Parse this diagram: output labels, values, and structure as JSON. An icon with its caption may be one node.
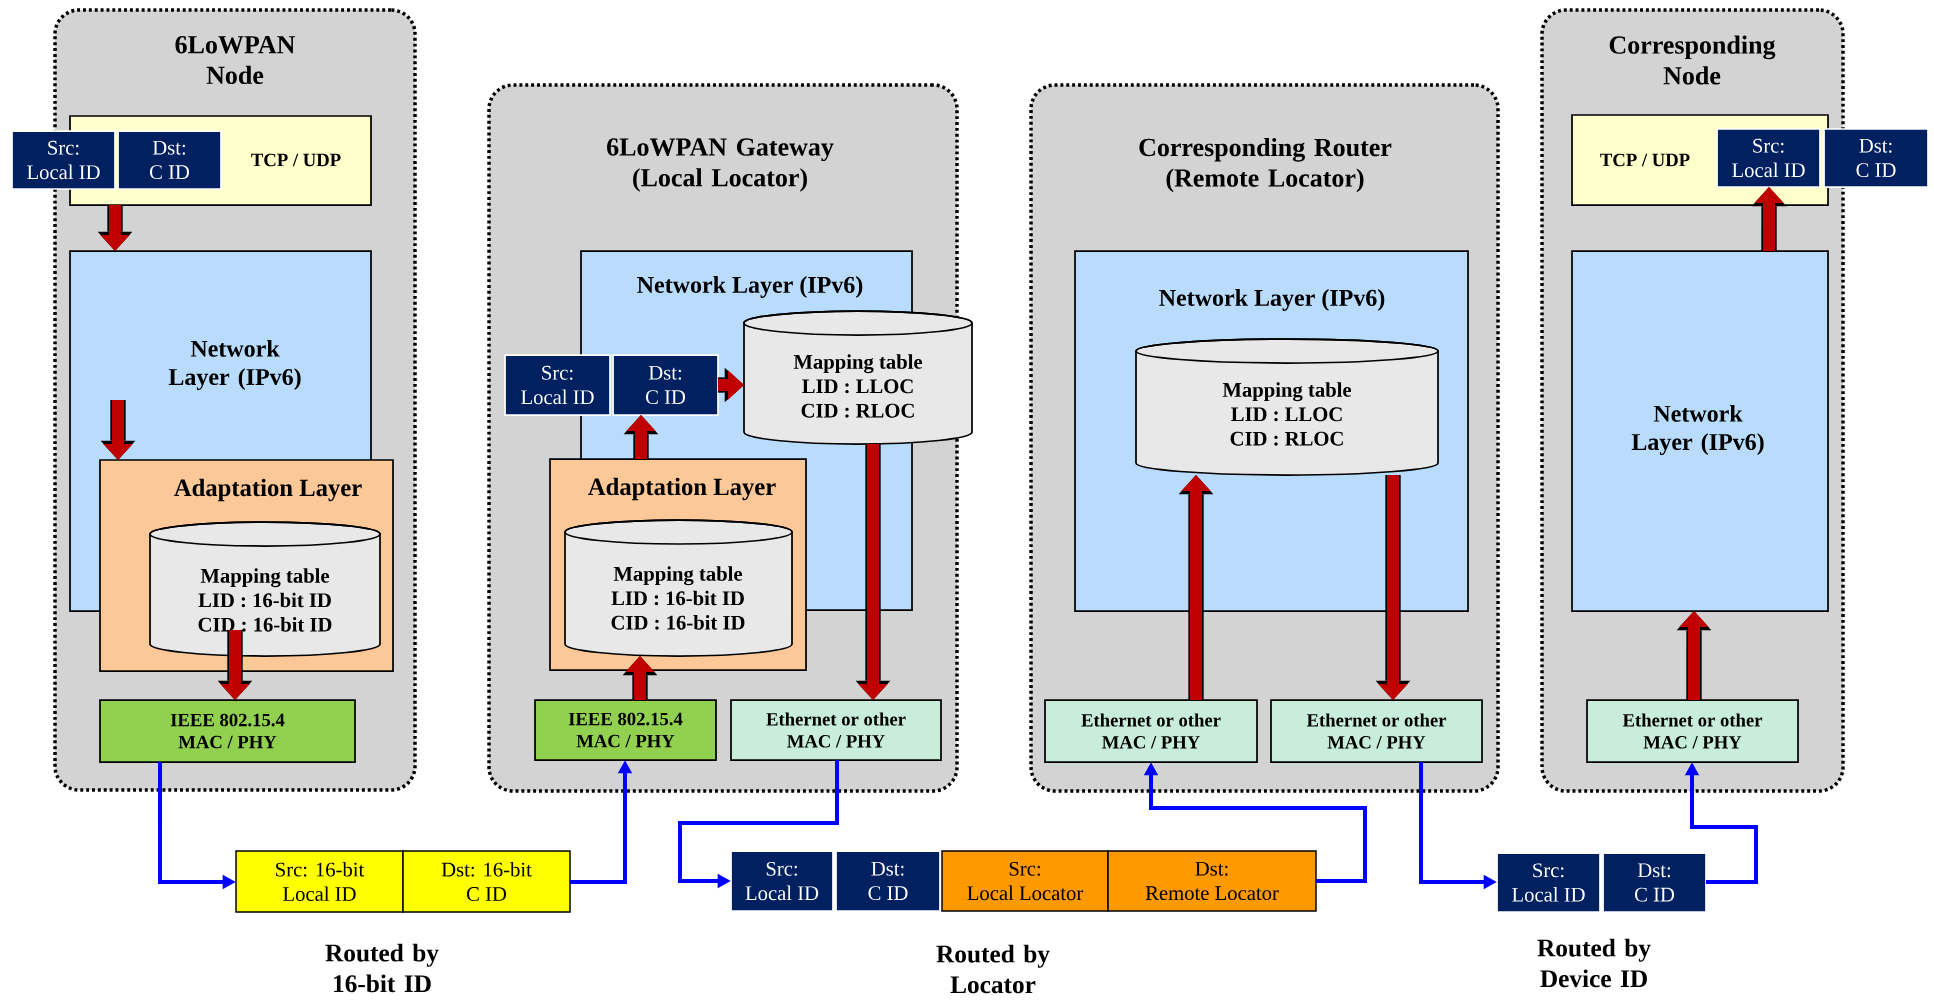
{
  "diagram": {
    "nodes": [
      {
        "text": [
          "6LoWPAN Node"
        ]
      },
      {
        "text": [
          "TCP / UDP"
        ],
        "in": 0
      },
      {
        "text": [
          "Src:",
          "Local ID"
        ]
      },
      {
        "text": [
          "Dst:",
          "C ID"
        ],
        "in": 1
      },
      {
        "text": [
          "Network Layer (IPv6)"
        ],
        "in": 0
      },
      {
        "text": [
          "Adaptation Layer"
        ],
        "in": 0
      },
      {
        "text": [
          "Mapping table",
          "LID : 16-bit ID",
          "CID : 16-bit ID"
        ],
        "in": 5
      },
      {
        "text": [
          "IEEE 802.15.4",
          "MAC / PHY"
        ],
        "in": 0
      },
      {
        "text": [
          "6LoWPAN Gateway (Local Locator)"
        ]
      },
      {
        "text": [
          "Network Layer (IPv6)"
        ],
        "in": 8
      },
      {
        "text": [
          "Src:",
          "Local ID"
        ],
        "in": 8
      },
      {
        "text": [
          "Dst:",
          "C ID"
        ],
        "in": 9
      },
      {
        "text": [
          "Mapping table",
          "LID : LLOC",
          "CID : RLOC"
        ]
      },
      {
        "text": [
          "Adaptation Layer"
        ],
        "in": 8
      },
      {
        "text": [
          "Mapping table",
          "LID : 16-bit ID",
          "CID : 16-bit ID"
        ],
        "in": 13
      },
      {
        "text": [
          "IEEE 802.15.4",
          "MAC / PHY"
        ],
        "in": 8
      },
      {
        "text": [
          "Ethernet or other",
          "MAC / PHY"
        ],
        "in": 8
      },
      {
        "text": [
          "Corresponding Router (Remote Locator)"
        ]
      },
      {
        "text": [
          "Network Layer (IPv6)"
        ],
        "in": 17
      },
      {
        "text": [
          "Mapping table",
          "LID : LLOC",
          "CID : RLOC"
        ],
        "in": 18
      },
      {
        "text": [
          "Ethernet or other",
          "MAC / PHY"
        ],
        "in": 17
      },
      {
        "text": [
          "Ethernet or other",
          "MAC / PHY"
        ],
        "in": 17
      },
      {
        "text": [
          "Corresponding Node"
        ]
      },
      {
        "text": [
          "TCP / UDP"
        ],
        "in": 22
      },
      {
        "text": [
          "Src:",
          "Local ID"
        ],
        "in": 23
      },
      {
        "text": [
          "Dst:",
          "C ID"
        ]
      },
      {
        "text": [
          "Network Layer (IPv6)"
        ],
        "in": 22
      },
      {
        "text": [
          "Ethernet or other",
          "MAC / PHY"
        ],
        "in": 22
      },
      {
        "text": [
          "Src: 16-bit",
          "Local ID"
        ]
      },
      {
        "text": [
          "Dst: 16-bit",
          "C ID"
        ]
      },
      {
        "text": [
          "Src:",
          "Local ID"
        ]
      },
      {
        "text": [
          "Dst:",
          "C ID"
        ]
      },
      {
        "text": [
          "Src:",
          "Local Locator"
        ]
      },
      {
        "text": [
          "Dst:",
          "Remote Locator"
        ]
      },
      {
        "text": [
          "Src:",
          "Local ID"
        ]
      },
      {
        "text": [
          "Dst:",
          "C ID"
        ]
      }
    ],
    "edges": [
      {
        "from": 1,
        "to": 4,
        "arrow": "to"
      },
      {
        "from": 4,
        "to": 5,
        "arrow": "to"
      },
      {
        "from": 6,
        "to": 7,
        "arrow": "to"
      },
      {
        "from": 15,
        "to": 14,
        "arrow": "to"
      },
      {
        "from": 13,
        "to": 11,
        "arrow": "to"
      },
      {
        "from": 11,
        "to": 12,
        "arrow": "to"
      },
      {
        "from": 12,
        "to": 16,
        "arrow": "to"
      },
      {
        "from": 20,
        "to": 19,
        "arrow": "to"
      },
      {
        "from": 19,
        "to": 21,
        "arrow": "to"
      },
      {
        "from": 27,
        "to": 26,
        "arrow": "to"
      },
      {
        "from": 26,
        "to": 24,
        "arrow": "to"
      },
      {
        "from": 7,
        "to": 28,
        "arrow": "to",
        "color": "#0000ff"
      },
      {
        "from": 29,
        "to": 15,
        "arrow": "to",
        "color": "#0000ff"
      },
      {
        "from": 16,
        "to": 30,
        "arrow": "to",
        "color": "#0000ff"
      },
      {
        "from": 33,
        "to": 20,
        "arrow": "to",
        "color": "#0000ff"
      },
      {
        "from": 21,
        "to": 34,
        "arrow": "to",
        "color": "#0000ff"
      },
      {
        "from": 35,
        "to": 27,
        "arrow": "to",
        "color": "#0000ff"
      }
    ],
    "labels": [
      "Routed by 16-bit ID",
      "Routed by Locator",
      "Routed by Device ID"
    ]
  }
}
